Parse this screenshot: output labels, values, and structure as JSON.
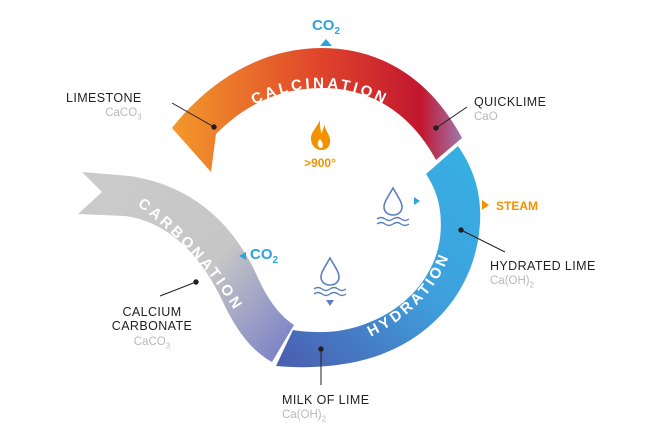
{
  "colors": {
    "calcination_start": "#f39a2b",
    "calcination_mid": "#e0462b",
    "calcination_end": "#c2162f",
    "hydration_light": "#37aee2",
    "hydration_dark": "#4a6db8",
    "carbonation_light": "#c9c9c9",
    "carbonation_end": "#8a8fc8",
    "co2_blue": "#2ea3dc",
    "orange": "#f39200",
    "water_blue": "#5b7fc0",
    "leader": "#231f20",
    "formula_gray": "#b9b9b9"
  },
  "arcs": {
    "calcination": "CALCINATION",
    "hydration": "HYDRATION",
    "carbonation": "CARBONATION"
  },
  "labels": {
    "limestone": {
      "name": "LIMESTONE",
      "formula_base": "CaCO",
      "formula_sub": "3"
    },
    "quicklime": {
      "name": "QUICKLIME",
      "formula_base": "CaO",
      "formula_sub": ""
    },
    "hydrated_lime": {
      "name": "HYDRATED LIME",
      "formula_base": "Ca(OH)",
      "formula_sub": "2"
    },
    "milk_of_lime": {
      "name": "MILK OF LIME",
      "formula_base": "Ca(OH)",
      "formula_sub": "2"
    },
    "calcium_carbonate": {
      "name_line1": "CALCIUM",
      "name_line2": "CARBONATE",
      "formula_base": "CaCO",
      "formula_sub": "3"
    }
  },
  "icons": {
    "top_co2": {
      "base": "CO",
      "sub": "2",
      "icon": "up-arrow-icon"
    },
    "inner_co2": {
      "base": "CO",
      "sub": "2",
      "icon": "left-arrow-icon"
    },
    "flame": {
      "icon": "flame-icon",
      "text": ">900°"
    },
    "steam": {
      "text": "STEAM",
      "icon": "right-arrow-icon"
    },
    "water_drop_right": {
      "icon": "water-drop-icon"
    },
    "water_drop_center": {
      "icon": "water-drop-icon"
    }
  }
}
